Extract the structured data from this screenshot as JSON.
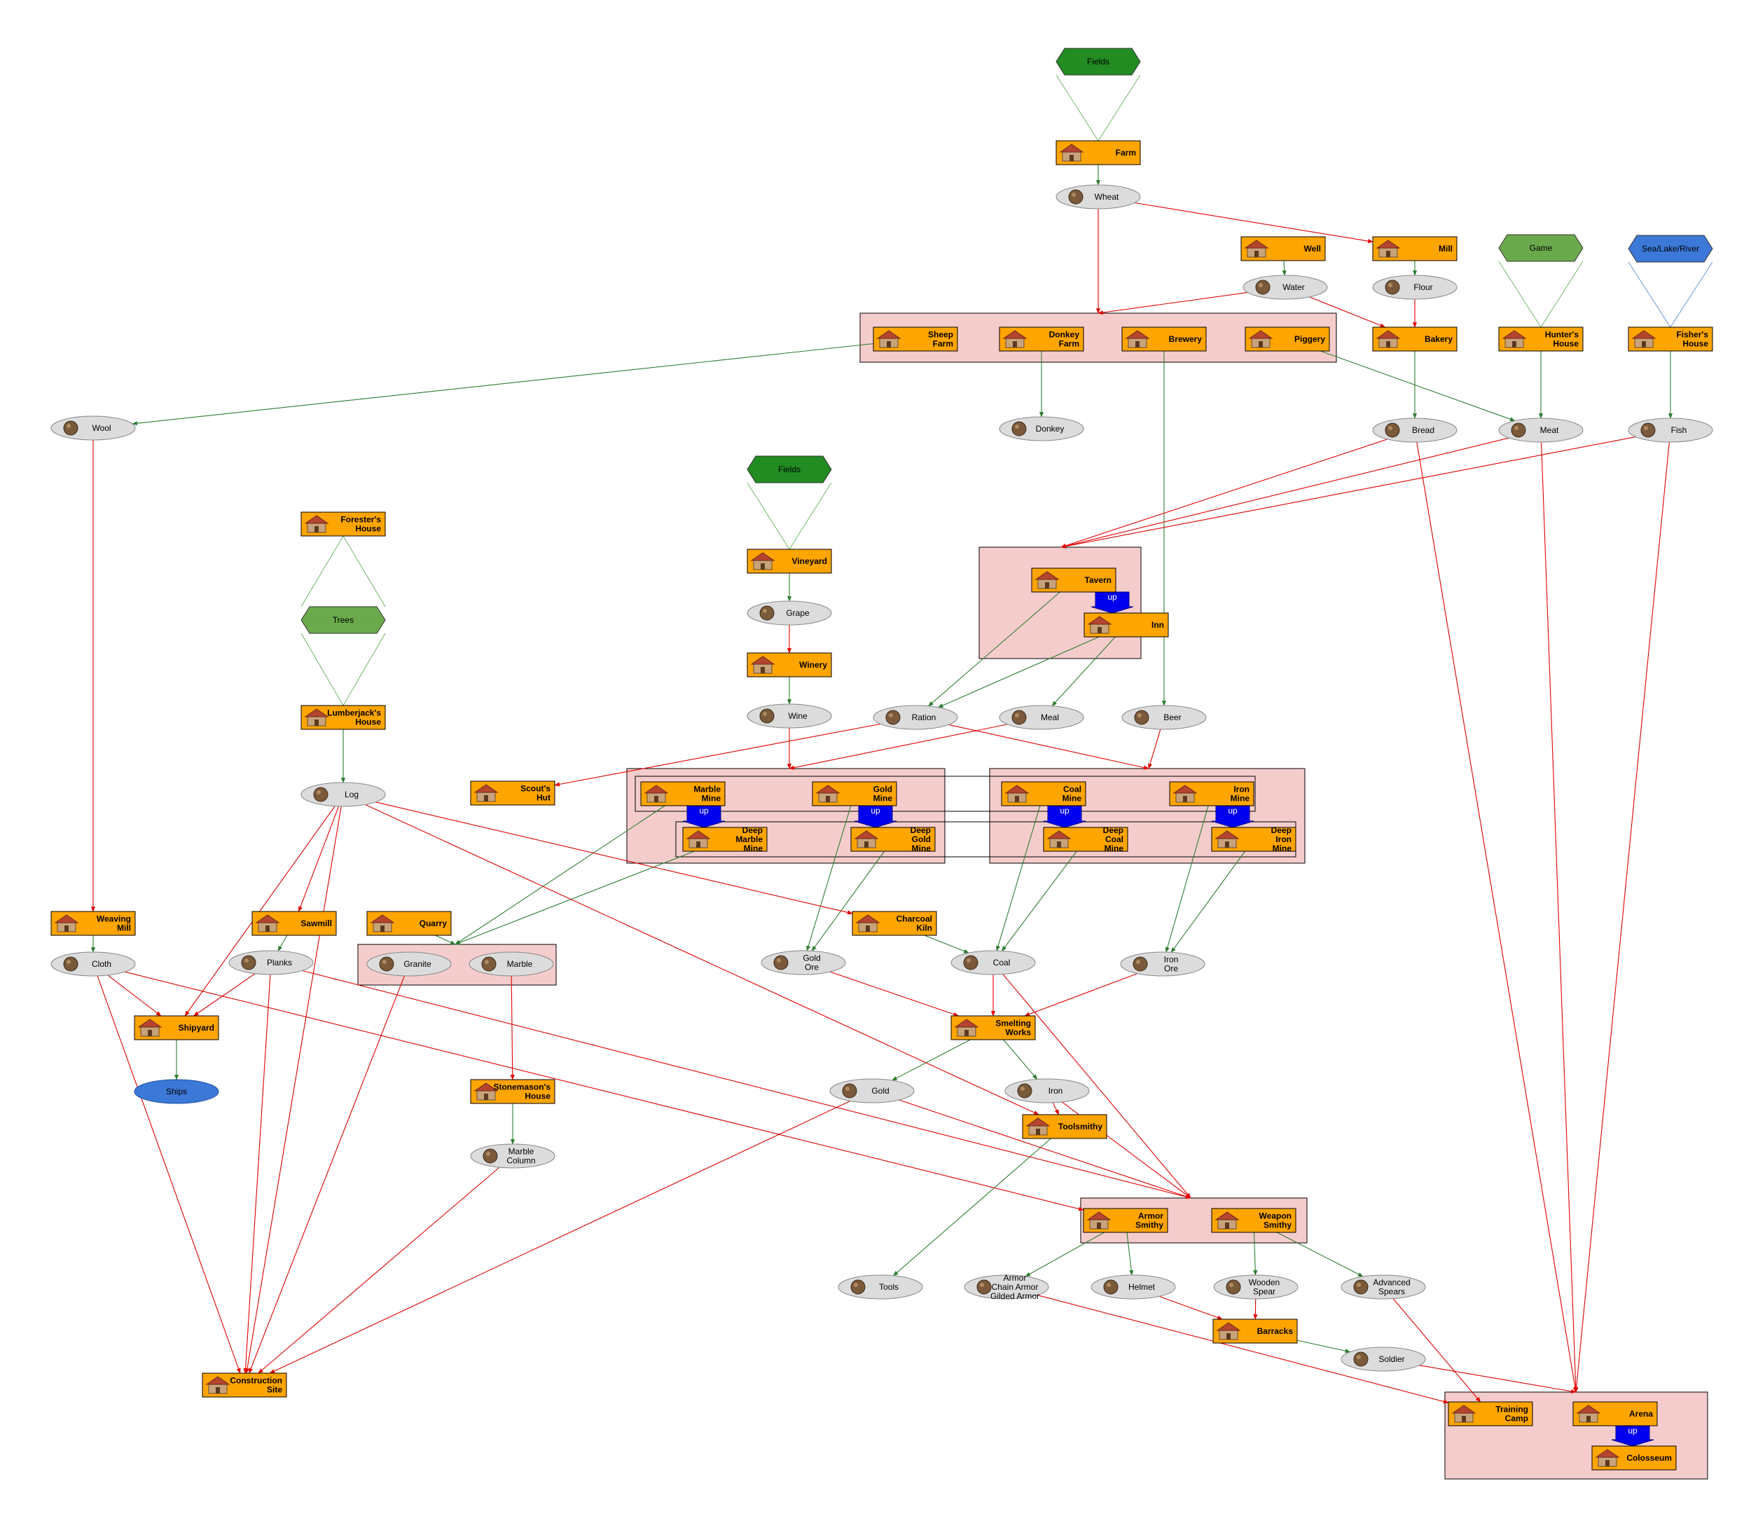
{
  "colors": {
    "building_fill": "#ffa500",
    "ware_fill": "#dcdcdc",
    "cluster_fill": "#f5cccc",
    "resource_dark": "#228b22",
    "resource_light": "#6aaa4c",
    "water": "#3c78d8",
    "edge_red": "#e00000",
    "edge_green": "#2e7d32",
    "up_arrow": "#0000ee"
  },
  "resources": [
    {
      "id": "fields1",
      "label": "Fields",
      "tone": "dark",
      "icon": "fields-icon"
    },
    {
      "id": "game",
      "label": "Game",
      "tone": "light",
      "icon": "game-icon"
    },
    {
      "id": "sea",
      "label": "Sea/Lake/River",
      "tone": "water",
      "icon": "water-resource-icon"
    },
    {
      "id": "fields2",
      "label": "Fields",
      "tone": "dark",
      "icon": "fields-icon"
    },
    {
      "id": "trees",
      "label": "Trees",
      "tone": "light",
      "icon": "trees-icon"
    }
  ],
  "buildings": [
    {
      "id": "farm",
      "label": [
        "Farm"
      ],
      "icon": "farm-icon"
    },
    {
      "id": "well",
      "label": [
        "Well"
      ],
      "icon": "well-icon"
    },
    {
      "id": "mill",
      "label": [
        "Mill"
      ],
      "icon": "mill-icon"
    },
    {
      "id": "sheepfarm",
      "label": [
        "Sheep",
        "Farm"
      ],
      "icon": "sheep-farm-icon"
    },
    {
      "id": "donkeyfarm",
      "label": [
        "Donkey",
        "Farm"
      ],
      "icon": "donkey-farm-icon"
    },
    {
      "id": "brewery",
      "label": [
        "Brewery"
      ],
      "icon": "brewery-icon"
    },
    {
      "id": "piggery",
      "label": [
        "Piggery"
      ],
      "icon": "piggery-icon"
    },
    {
      "id": "bakery",
      "label": [
        "Bakery"
      ],
      "icon": "bakery-icon"
    },
    {
      "id": "hunter",
      "label": [
        "Hunter's",
        "House"
      ],
      "icon": "hunters-house-icon"
    },
    {
      "id": "fisher",
      "label": [
        "Fisher's",
        "House"
      ],
      "icon": "fishers-house-icon"
    },
    {
      "id": "forester",
      "label": [
        "Forester's",
        "House"
      ],
      "icon": "foresters-house-icon"
    },
    {
      "id": "vineyard",
      "label": [
        "Vineyard"
      ],
      "icon": "vineyard-icon"
    },
    {
      "id": "tavern",
      "label": [
        "Tavern"
      ],
      "icon": "tavern-icon"
    },
    {
      "id": "inn",
      "label": [
        "Inn"
      ],
      "icon": "inn-icon"
    },
    {
      "id": "winery",
      "label": [
        "Winery"
      ],
      "icon": "winery-icon"
    },
    {
      "id": "lumberjack",
      "label": [
        "Lumberjack's",
        "House"
      ],
      "icon": "lumberjacks-house-icon"
    },
    {
      "id": "scout",
      "label": [
        "Scout's",
        "Hut"
      ],
      "icon": "scouts-hut-icon"
    },
    {
      "id": "marblemine",
      "label": [
        "Marble",
        "Mine"
      ],
      "icon": "marble-mine-icon"
    },
    {
      "id": "goldmine",
      "label": [
        "Gold",
        "Mine"
      ],
      "icon": "gold-mine-icon"
    },
    {
      "id": "coalmine",
      "label": [
        "Coal",
        "Mine"
      ],
      "icon": "coal-mine-icon"
    },
    {
      "id": "ironmine",
      "label": [
        "Iron",
        "Mine"
      ],
      "icon": "iron-mine-icon"
    },
    {
      "id": "deepmarble",
      "label": [
        "Deep",
        "Marble",
        "Mine"
      ],
      "icon": "deep-marble-mine-icon"
    },
    {
      "id": "deepgold",
      "label": [
        "Deep",
        "Gold",
        "Mine"
      ],
      "icon": "deep-gold-mine-icon"
    },
    {
      "id": "deepcoal",
      "label": [
        "Deep",
        "Coal",
        "Mine"
      ],
      "icon": "deep-coal-mine-icon"
    },
    {
      "id": "deepiron",
      "label": [
        "Deep",
        "Iron",
        "Mine"
      ],
      "icon": "deep-iron-mine-icon"
    },
    {
      "id": "weaving",
      "label": [
        "Weaving",
        "Mill"
      ],
      "icon": "weaving-mill-icon"
    },
    {
      "id": "sawmill",
      "label": [
        "Sawmill"
      ],
      "icon": "sawmill-icon"
    },
    {
      "id": "quarry",
      "label": [
        "Quarry"
      ],
      "icon": "quarry-icon"
    },
    {
      "id": "charcoal",
      "label": [
        "Charcoal",
        "Kiln"
      ],
      "icon": "charcoal-kiln-icon"
    },
    {
      "id": "shipyard",
      "label": [
        "Shipyard"
      ],
      "icon": "shipyard-icon"
    },
    {
      "id": "smelting",
      "label": [
        "Smelting",
        "Works"
      ],
      "icon": "smelting-works-icon"
    },
    {
      "id": "stonemason",
      "label": [
        "Stonemason's",
        "House"
      ],
      "icon": "stonemasons-house-icon"
    },
    {
      "id": "toolsmithy",
      "label": [
        "Toolsmithy"
      ],
      "icon": "toolsmithy-icon"
    },
    {
      "id": "armor",
      "label": [
        "Armor",
        "Smithy"
      ],
      "icon": "armor-smithy-icon"
    },
    {
      "id": "weapon",
      "label": [
        "Weapon",
        "Smithy"
      ],
      "icon": "weapon-smithy-icon"
    },
    {
      "id": "barracks",
      "label": [
        "Barracks"
      ],
      "icon": "barracks-icon"
    },
    {
      "id": "construction",
      "label": [
        "Construction",
        "Site"
      ],
      "icon": "construction-site-icon"
    },
    {
      "id": "training",
      "label": [
        "Training",
        "Camp"
      ],
      "icon": "training-camp-icon"
    },
    {
      "id": "arena",
      "label": [
        "Arena"
      ],
      "icon": "arena-icon"
    },
    {
      "id": "colosseum",
      "label": [
        "Colosseum"
      ],
      "icon": "colosseum-icon"
    }
  ],
  "wares": [
    {
      "id": "wheat",
      "label": [
        "Wheat"
      ],
      "icon": "wheat-icon"
    },
    {
      "id": "water",
      "label": [
        "Water"
      ],
      "icon": "water-icon"
    },
    {
      "id": "flour",
      "label": [
        "Flour"
      ],
      "icon": "flour-icon"
    },
    {
      "id": "wool",
      "label": [
        "Wool"
      ],
      "icon": "wool-icon"
    },
    {
      "id": "donkey",
      "label": [
        "Donkey"
      ],
      "icon": "donkey-icon"
    },
    {
      "id": "bread",
      "label": [
        "Bread"
      ],
      "icon": "bread-icon"
    },
    {
      "id": "meat",
      "label": [
        "Meat"
      ],
      "icon": "meat-icon"
    },
    {
      "id": "fish",
      "label": [
        "Fish"
      ],
      "icon": "fish-icon"
    },
    {
      "id": "grape",
      "label": [
        "Grape"
      ],
      "icon": "grape-icon"
    },
    {
      "id": "wine",
      "label": [
        "Wine"
      ],
      "icon": "wine-icon"
    },
    {
      "id": "ration",
      "label": [
        "Ration"
      ],
      "icon": "ration-icon"
    },
    {
      "id": "meal",
      "label": [
        "Meal"
      ],
      "icon": "meal-icon"
    },
    {
      "id": "beer",
      "label": [
        "Beer"
      ],
      "icon": "beer-icon"
    },
    {
      "id": "log",
      "label": [
        "Log"
      ],
      "icon": "log-icon"
    },
    {
      "id": "cloth",
      "label": [
        "Cloth"
      ],
      "icon": "cloth-icon"
    },
    {
      "id": "planks",
      "label": [
        "Planks"
      ],
      "icon": "planks-icon"
    },
    {
      "id": "granite",
      "label": [
        "Granite"
      ],
      "icon": "granite-icon"
    },
    {
      "id": "marble",
      "label": [
        "Marble"
      ],
      "icon": "marble-icon"
    },
    {
      "id": "goldore",
      "label": [
        "Gold",
        "Ore"
      ],
      "icon": "gold-ore-icon"
    },
    {
      "id": "coal",
      "label": [
        "Coal"
      ],
      "icon": "coal-icon"
    },
    {
      "id": "ironore",
      "label": [
        "Iron",
        "Ore"
      ],
      "icon": "iron-ore-icon"
    },
    {
      "id": "gold",
      "label": [
        "Gold"
      ],
      "icon": "gold-icon"
    },
    {
      "id": "iron",
      "label": [
        "Iron"
      ],
      "icon": "iron-icon"
    },
    {
      "id": "marblecol",
      "label": [
        "Marble",
        "Column"
      ],
      "icon": "marble-column-icon"
    },
    {
      "id": "tools",
      "label": [
        "Tools"
      ],
      "icon": "tools-icon"
    },
    {
      "id": "armorware",
      "label": [
        "Armor",
        "Chain Armor",
        "Gilded Armor"
      ],
      "icon": "armor-icon"
    },
    {
      "id": "helmet",
      "label": [
        "Helmet"
      ],
      "icon": "helmet-icon"
    },
    {
      "id": "woodspear",
      "label": [
        "Wooden",
        "Spear"
      ],
      "icon": "wooden-spear-icon"
    },
    {
      "id": "advspear",
      "label": [
        "Advanced",
        "Spears"
      ],
      "icon": "advanced-spears-icon"
    },
    {
      "id": "soldier",
      "label": [
        "Soldier"
      ],
      "icon": "soldier-icon"
    }
  ],
  "outputs": [
    {
      "id": "ships",
      "label": "Ships"
    }
  ],
  "upgrades": [
    {
      "from": "tavern",
      "to": "inn",
      "label": "up"
    },
    {
      "from": "marblemine",
      "to": "deepmarble",
      "label": "up"
    },
    {
      "from": "goldmine",
      "to": "deepgold",
      "label": "up"
    },
    {
      "from": "coalmine",
      "to": "deepcoal",
      "label": "up"
    },
    {
      "from": "ironmine",
      "to": "deepiron",
      "label": "up"
    },
    {
      "from": "arena",
      "to": "colosseum",
      "label": "up"
    }
  ],
  "clusters": [
    {
      "id": "animal-farms",
      "members": [
        "sheepfarm",
        "donkeyfarm",
        "brewery",
        "piggery"
      ]
    },
    {
      "id": "taverns",
      "members": [
        "tavern",
        "inn"
      ]
    },
    {
      "id": "mines-marble-gold",
      "members": [
        "marblemine",
        "goldmine",
        "deepmarble",
        "deepgold"
      ]
    },
    {
      "id": "mines-coal-iron",
      "members": [
        "coalmine",
        "ironmine",
        "deepcoal",
        "deepiron"
      ]
    },
    {
      "id": "stones",
      "members": [
        "granite",
        "marble"
      ]
    },
    {
      "id": "smithies",
      "members": [
        "armor",
        "weapon"
      ]
    },
    {
      "id": "training-sites",
      "members": [
        "training",
        "arena",
        "colosseum"
      ]
    }
  ],
  "edges": [
    {
      "from": "fields1",
      "to": "farm",
      "kind": "field"
    },
    {
      "from": "game",
      "to": "hunter",
      "kind": "field"
    },
    {
      "from": "sea",
      "to": "fisher",
      "kind": "water"
    },
    {
      "from": "fields2",
      "to": "vineyard",
      "kind": "field"
    },
    {
      "from": "forester",
      "to": "trees",
      "kind": "field"
    },
    {
      "from": "trees",
      "to": "lumberjack",
      "kind": "field"
    },
    {
      "from": "farm",
      "to": "wheat",
      "kind": "produces"
    },
    {
      "from": "well",
      "to": "water",
      "kind": "produces"
    },
    {
      "from": "mill",
      "to": "flour",
      "kind": "produces"
    },
    {
      "from": "sheepfarm",
      "to": "wool",
      "kind": "produces"
    },
    {
      "from": "donkeyfarm",
      "to": "donkey",
      "kind": "produces"
    },
    {
      "from": "brewery",
      "to": "beer",
      "kind": "produces"
    },
    {
      "from": "piggery",
      "to": "meat",
      "kind": "produces"
    },
    {
      "from": "bakery",
      "to": "bread",
      "kind": "produces"
    },
    {
      "from": "hunter",
      "to": "meat",
      "kind": "produces"
    },
    {
      "from": "fisher",
      "to": "fish",
      "kind": "produces"
    },
    {
      "from": "vineyard",
      "to": "grape",
      "kind": "produces"
    },
    {
      "from": "winery",
      "to": "wine",
      "kind": "produces"
    },
    {
      "from": "tavern",
      "to": "ration",
      "kind": "produces"
    },
    {
      "from": "inn",
      "to": "ration",
      "kind": "produces"
    },
    {
      "from": "inn",
      "to": "meal",
      "kind": "produces"
    },
    {
      "from": "lumberjack",
      "to": "log",
      "kind": "produces"
    },
    {
      "from": "weaving",
      "to": "cloth",
      "kind": "produces"
    },
    {
      "from": "sawmill",
      "to": "planks",
      "kind": "produces"
    },
    {
      "from": "quarry",
      "to": "stones",
      "kind": "produces"
    },
    {
      "from": "marblemine",
      "to": "stones",
      "kind": "produces"
    },
    {
      "from": "deepmarble",
      "to": "stones",
      "kind": "produces"
    },
    {
      "from": "goldmine",
      "to": "goldore",
      "kind": "produces"
    },
    {
      "from": "deepgold",
      "to": "goldore",
      "kind": "produces"
    },
    {
      "from": "coalmine",
      "to": "coal",
      "kind": "produces"
    },
    {
      "from": "deepcoal",
      "to": "coal",
      "kind": "produces"
    },
    {
      "from": "charcoal",
      "to": "coal",
      "kind": "produces"
    },
    {
      "from": "ironmine",
      "to": "ironore",
      "kind": "produces"
    },
    {
      "from": "deepiron",
      "to": "ironore",
      "kind": "produces"
    },
    {
      "from": "shipyard",
      "to": "ships",
      "kind": "produces"
    },
    {
      "from": "smelting",
      "to": "gold",
      "kind": "produces"
    },
    {
      "from": "smelting",
      "to": "iron",
      "kind": "produces"
    },
    {
      "from": "stonemason",
      "to": "marblecol",
      "kind": "produces"
    },
    {
      "from": "toolsmithy",
      "to": "tools",
      "kind": "produces"
    },
    {
      "from": "armor",
      "to": "armorware",
      "kind": "produces"
    },
    {
      "from": "armor",
      "to": "helmet",
      "kind": "produces"
    },
    {
      "from": "weapon",
      "to": "woodspear",
      "kind": "produces"
    },
    {
      "from": "weapon",
      "to": "advspear",
      "kind": "produces"
    },
    {
      "from": "barracks",
      "to": "soldier",
      "kind": "produces"
    },
    {
      "from": "wheat",
      "to": "mill",
      "kind": "consumes"
    },
    {
      "from": "wheat",
      "to": "animal-farms",
      "kind": "consumes"
    },
    {
      "from": "water",
      "to": "animal-farms",
      "kind": "consumes"
    },
    {
      "from": "water",
      "to": "bakery",
      "kind": "consumes"
    },
    {
      "from": "flour",
      "to": "bakery",
      "kind": "consumes"
    },
    {
      "from": "wool",
      "to": "weaving",
      "kind": "consumes"
    },
    {
      "from": "bread",
      "to": "taverns",
      "kind": "consumes"
    },
    {
      "from": "meat",
      "to": "taverns",
      "kind": "consumes"
    },
    {
      "from": "fish",
      "to": "taverns",
      "kind": "consumes"
    },
    {
      "from": "bread",
      "to": "training-sites",
      "kind": "consumes"
    },
    {
      "from": "meat",
      "to": "training-sites",
      "kind": "consumes"
    },
    {
      "from": "fish",
      "to": "training-sites",
      "kind": "consumes"
    },
    {
      "from": "grape",
      "to": "winery",
      "kind": "consumes"
    },
    {
      "from": "wine",
      "to": "mines-marble-gold",
      "kind": "consumes"
    },
    {
      "from": "ration",
      "to": "scout",
      "kind": "consumes"
    },
    {
      "from": "ration",
      "to": "mines-coal-iron",
      "kind": "consumes"
    },
    {
      "from": "meal",
      "to": "mines-marble-gold",
      "kind": "consumes"
    },
    {
      "from": "beer",
      "to": "mines-coal-iron",
      "kind": "consumes"
    },
    {
      "from": "log",
      "to": "sawmill",
      "kind": "consumes"
    },
    {
      "from": "log",
      "to": "shipyard",
      "kind": "consumes"
    },
    {
      "from": "log",
      "to": "charcoal",
      "kind": "consumes"
    },
    {
      "from": "log",
      "to": "toolsmithy",
      "kind": "consumes"
    },
    {
      "from": "log",
      "to": "construction",
      "kind": "consumes"
    },
    {
      "from": "planks",
      "to": "shipyard",
      "kind": "consumes"
    },
    {
      "from": "planks",
      "to": "construction",
      "kind": "consumes"
    },
    {
      "from": "planks",
      "to": "smithies",
      "kind": "consumes"
    },
    {
      "from": "cloth",
      "to": "shipyard",
      "kind": "consumes"
    },
    {
      "from": "cloth",
      "to": "construction",
      "kind": "consumes"
    },
    {
      "from": "cloth",
      "to": "armor",
      "kind": "consumes"
    },
    {
      "from": "granite",
      "to": "construction",
      "kind": "consumes"
    },
    {
      "from": "marble",
      "to": "stonemason",
      "kind": "consumes"
    },
    {
      "from": "marblecol",
      "to": "construction",
      "kind": "consumes"
    },
    {
      "from": "gold",
      "to": "construction",
      "kind": "consumes"
    },
    {
      "from": "gold",
      "to": "smithies",
      "kind": "consumes"
    },
    {
      "from": "goldore",
      "to": "smelting",
      "kind": "consumes"
    },
    {
      "from": "coal",
      "to": "smelting",
      "kind": "consumes"
    },
    {
      "from": "coal",
      "to": "smithies",
      "kind": "consumes"
    },
    {
      "from": "ironore",
      "to": "smelting",
      "kind": "consumes"
    },
    {
      "from": "iron",
      "to": "toolsmithy",
      "kind": "consumes"
    },
    {
      "from": "iron",
      "to": "smithies",
      "kind": "consumes"
    },
    {
      "from": "helmet",
      "to": "barracks",
      "kind": "consumes"
    },
    {
      "from": "woodspear",
      "to": "barracks",
      "kind": "consumes"
    },
    {
      "from": "armorware",
      "to": "training",
      "kind": "consumes"
    },
    {
      "from": "advspear",
      "to": "training",
      "kind": "consumes"
    },
    {
      "from": "soldier",
      "to": "training-sites",
      "kind": "consumes"
    }
  ]
}
